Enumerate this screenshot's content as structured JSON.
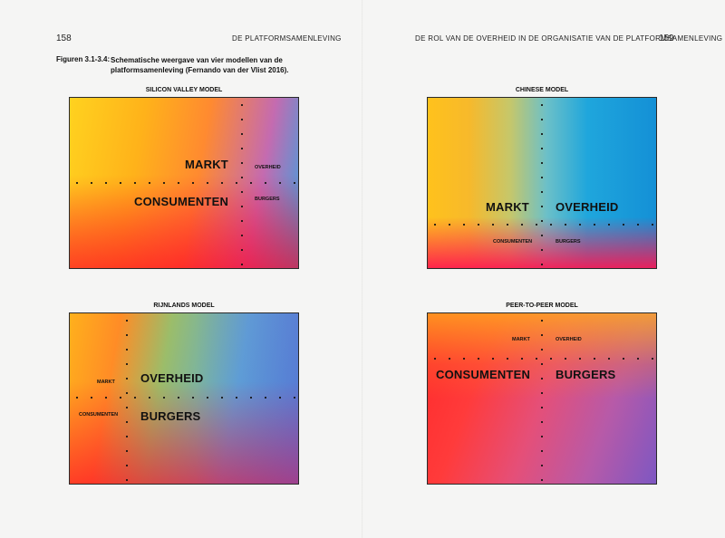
{
  "left_page": {
    "number": "158",
    "running_head": "DE PLATFORMSAMENLEVING"
  },
  "right_page": {
    "number": "159",
    "running_head": "DE ROL VAN DE OVERHEID IN DE ORGANISATIE VAN DE PLATFORMSAMENLEVING"
  },
  "figure": {
    "label": "Figuren 3.1-3.4:",
    "caption": "Schematische weergave van vier modellen van de platformsamenleving (Fernando van der Vlist 2016)."
  },
  "models": {
    "silicon_valley": {
      "title": "SILICON VALLEY MODEL",
      "markt": "MARKT",
      "consumenten": "CONSUMENTEN",
      "overheid": "OVERHEID",
      "burgers": "BURGERS"
    },
    "chinese": {
      "title": "CHINESE MODEL",
      "markt": "MARKT",
      "overheid": "OVERHEID",
      "consumenten": "CONSUMENTEN",
      "burgers": "BURGERS"
    },
    "rijnlands": {
      "title": "RIJNLANDS MODEL",
      "markt": "MARKT",
      "overheid": "OVERHEID",
      "consumenten": "CONSUMENTEN",
      "burgers": "BURGERS"
    },
    "peer_to_peer": {
      "title": "PEER-TO-PEER MODEL",
      "markt": "MARKT",
      "overheid": "OVERHEID",
      "consumenten": "CONSUMENTEN",
      "burgers": "BURGERS"
    }
  },
  "colors": {
    "yellow": "#ffd21f",
    "orange": "#ff8a30",
    "red": "#ff1a2a",
    "blue": "#1fa6dc",
    "purple": "#7e57c2",
    "background": "#f5f5f4"
  }
}
